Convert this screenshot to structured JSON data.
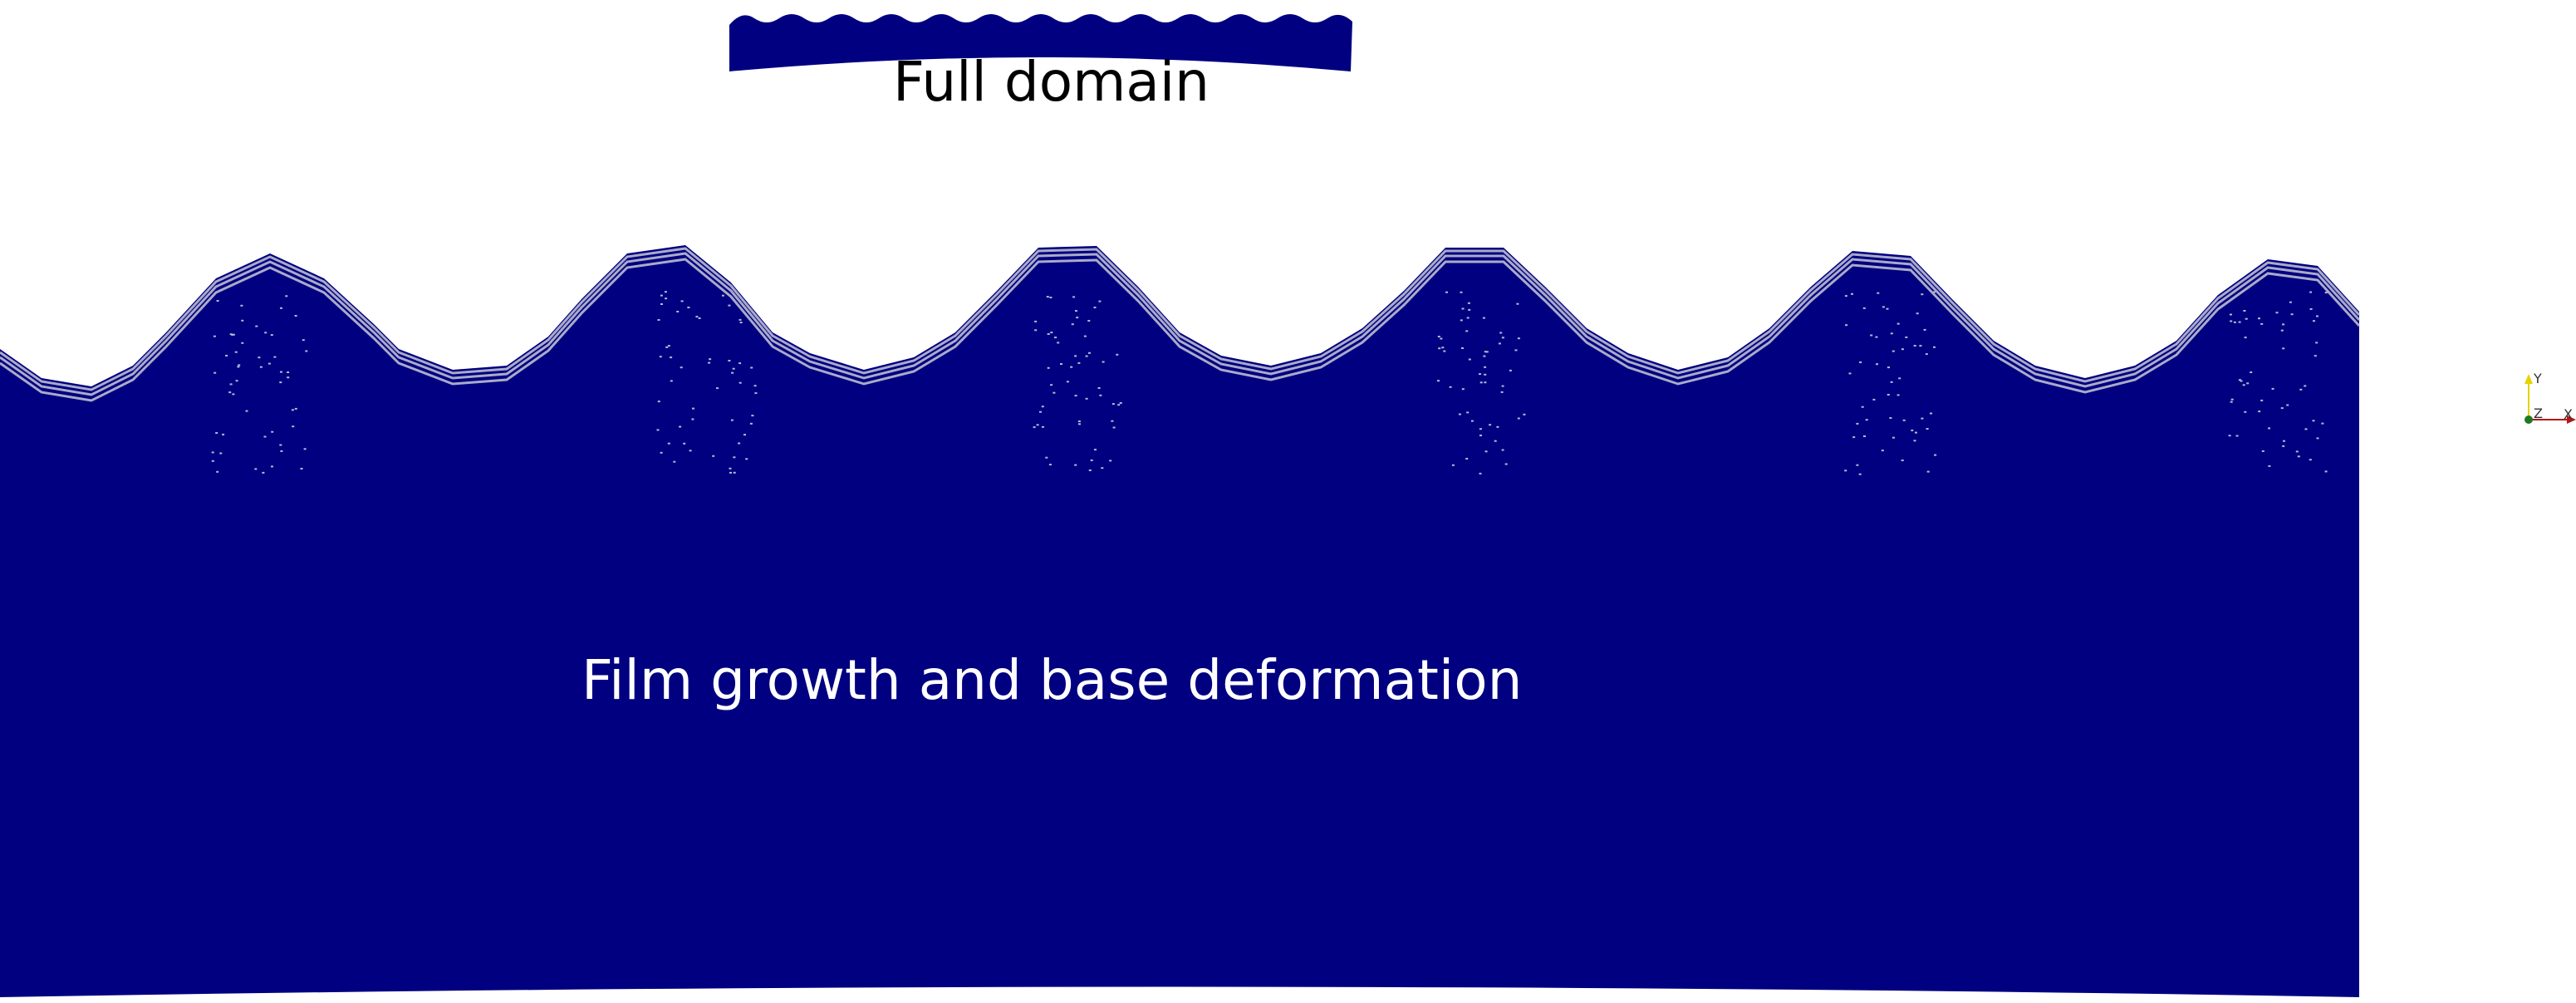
{
  "inset": {
    "title": "Full domain"
  },
  "main": {
    "title": "Film growth and base deformation"
  },
  "orientation_axes": {
    "y_label": "Y",
    "z_label": "Z",
    "x_label": "X"
  },
  "colors": {
    "background": "#ffffff",
    "mesh_fill": "#000080",
    "mesh_lines": "#c8c8d8",
    "y_axis": "#e6d200",
    "z_axis": "#1f7a1f",
    "x_axis": "#b01818"
  }
}
